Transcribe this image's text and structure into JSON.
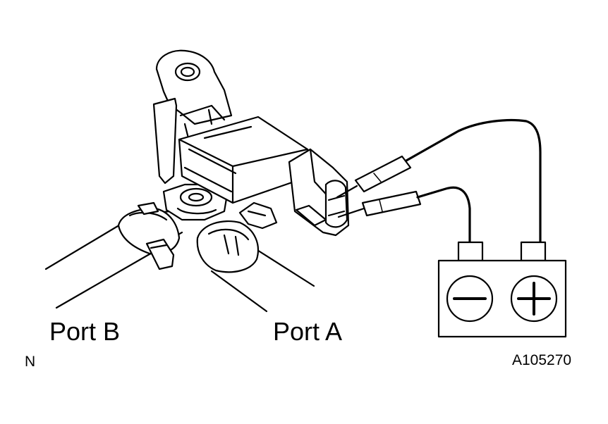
{
  "labels": {
    "port_b": "Port B",
    "port_a": "Port A",
    "corner_mark": "N",
    "figure_id": "A105270"
  },
  "battery": {
    "negative_symbol": "−",
    "positive_symbol": "+"
  }
}
